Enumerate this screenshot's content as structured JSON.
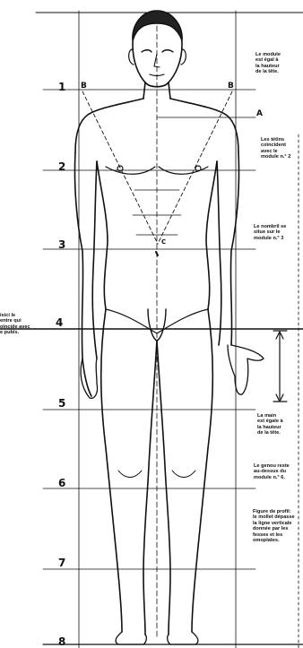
{
  "modules": [
    {
      "label": "1"
    },
    {
      "label": "2"
    },
    {
      "label": "3"
    },
    {
      "label": "4"
    },
    {
      "label": "5"
    },
    {
      "label": "6"
    },
    {
      "label": "7"
    },
    {
      "label": "8"
    }
  ],
  "points": {
    "b_left": "B",
    "b_right": "B",
    "a": "A",
    "c": "C"
  },
  "notes": {
    "module_head": "Le module\nest égal à\nla hauteur\nde la tête.",
    "nipples": "Les tétins\ncoïncident\navec le\nmodule n.° 2",
    "navel": "Le nombril se\nsitue sur le\nmodule n.° 3",
    "pubis": "isici le\nentre qui\noïncide avec\ne pubis.",
    "hand": "La main\nest égale à\nla hauteur\nde la tête.",
    "knee": "Le genou reste\nau-dessus du\nmodule n.° 6.",
    "calf": "Figure de profil:\nle mollet dépasse\nla ligne verticale\ndonnée par les\nfesses et les\nomoplates."
  },
  "colors": {
    "ink": "#111111",
    "paper": "#ffffff"
  }
}
